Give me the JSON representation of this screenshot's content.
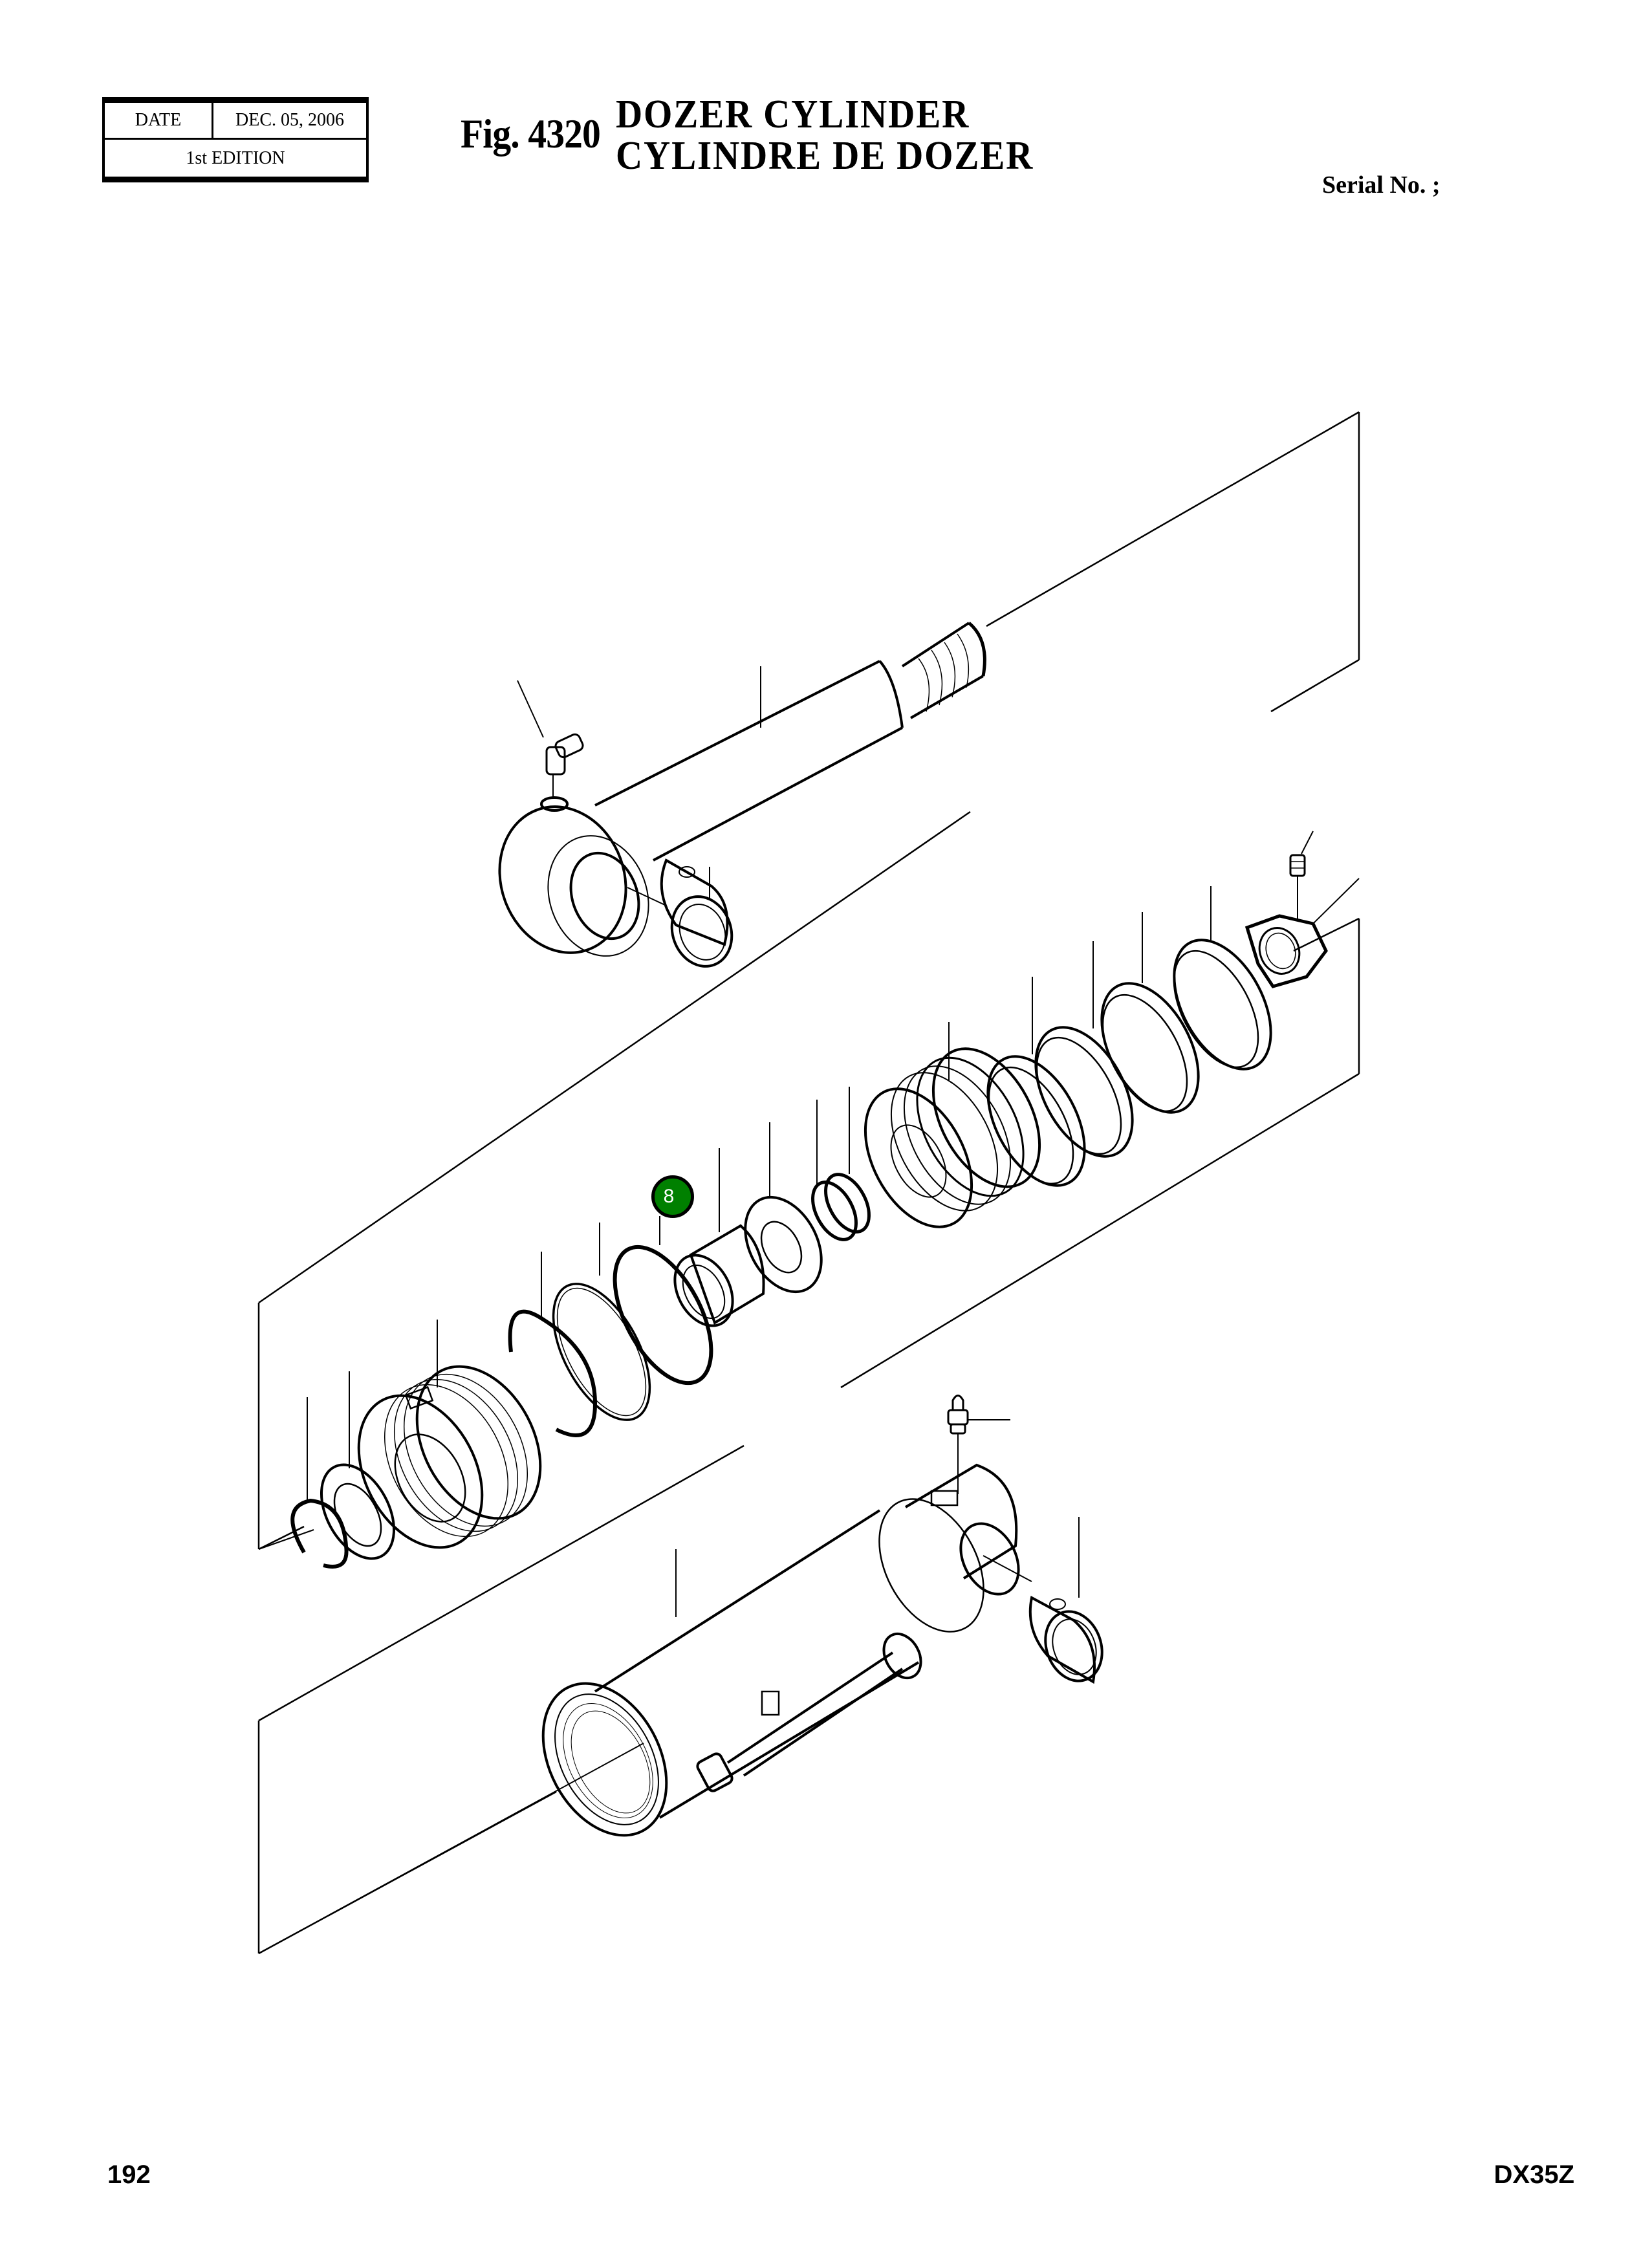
{
  "header": {
    "date_label": "DATE",
    "date_value": "DEC. 05, 2006",
    "edition": "1st EDITION",
    "figure_number": "Fig. 4320",
    "title_en": "DOZER  CYLINDER",
    "title_fr": "CYLINDRE  DE  DOZER",
    "serial_label": "Serial No. ;"
  },
  "diagram": {
    "description": "Exploded view of dozer cylinder: piston rod with eye, grease fittings, bushings, gland, seals, rings, piston, nut, set screw, cylinder tube with pipe",
    "highlighted_callout": {
      "label": "8",
      "color": "#008000",
      "text_color": "#ffffff"
    },
    "parts": [
      {
        "name": "piston-rod"
      },
      {
        "name": "grease-fitting-elbow"
      },
      {
        "name": "rod-eye-bushing"
      },
      {
        "name": "set-screw"
      },
      {
        "name": "piston-nut"
      },
      {
        "name": "wear-ring-1"
      },
      {
        "name": "piston-seal-1"
      },
      {
        "name": "piston-seal-2"
      },
      {
        "name": "wear-ring-2"
      },
      {
        "name": "piston"
      },
      {
        "name": "o-ring-backup"
      },
      {
        "name": "cushion-washer"
      },
      {
        "name": "spacer-collar"
      },
      {
        "name": "o-ring-8"
      },
      {
        "name": "backup-ring"
      },
      {
        "name": "snap-ring-large"
      },
      {
        "name": "rod-gland"
      },
      {
        "name": "dust-wiper"
      },
      {
        "name": "snap-ring-small"
      },
      {
        "name": "cylinder-tube"
      },
      {
        "name": "grease-fitting-straight"
      },
      {
        "name": "tube-bushing"
      }
    ]
  },
  "footer": {
    "page_number": "192",
    "model": "DX35Z"
  }
}
